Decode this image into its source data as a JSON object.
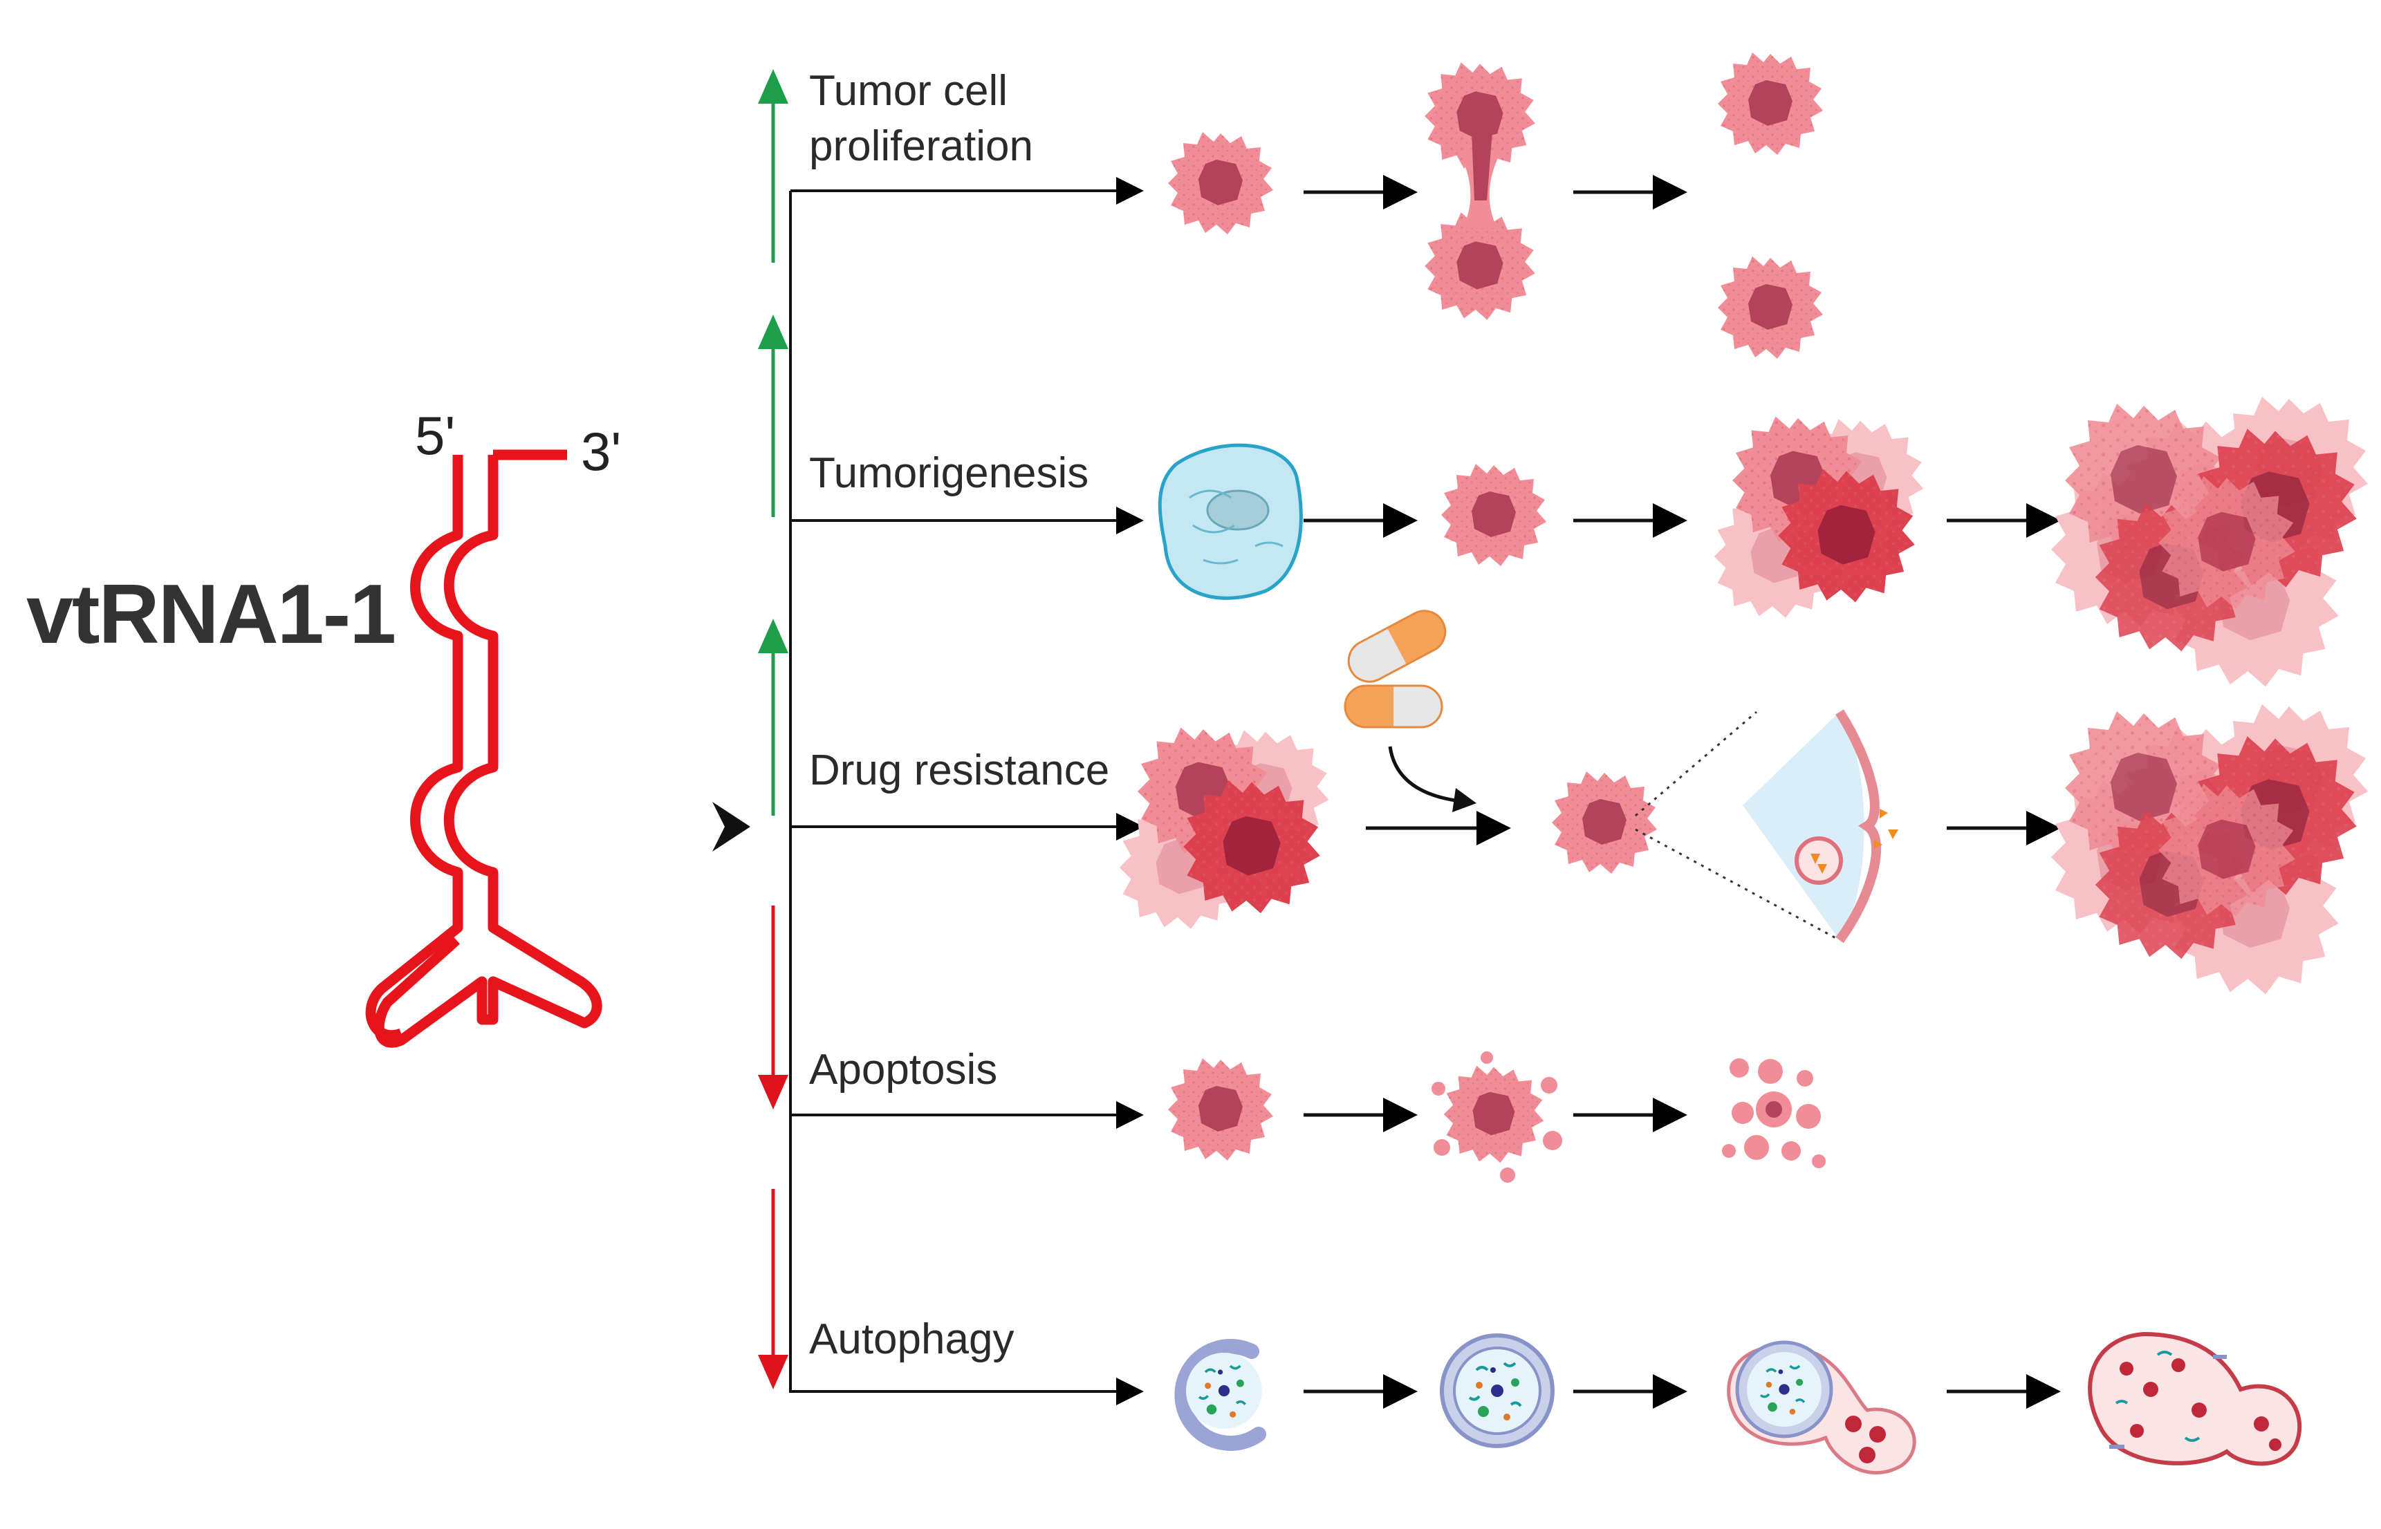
{
  "molecule": {
    "name": "vtRNA1-1",
    "five_prime": "5'",
    "three_prime": "3'"
  },
  "rows": [
    {
      "label_lines": [
        "Tumor cell",
        "proliferation"
      ],
      "effect": "up"
    },
    {
      "label_lines": [
        "Tumorigenesis"
      ],
      "effect": "up"
    },
    {
      "label_lines": [
        "Drug resistance"
      ],
      "effect": "up"
    },
    {
      "label_lines": [
        "Apoptosis"
      ],
      "effect": "down"
    },
    {
      "label_lines": [
        "Autophagy"
      ],
      "effect": "down"
    }
  ],
  "colors": {
    "rna": "#e8141c",
    "up_arrow": "#1e9e4a",
    "down_arrow": "#e0121b",
    "tumor_cell": "#ef8e97",
    "tumor_nucleus": "#b8455a",
    "normal_cell": "#bfe6f3",
    "pill_orange": "#f5a35a",
    "pill_grey": "#e4e4e4"
  }
}
